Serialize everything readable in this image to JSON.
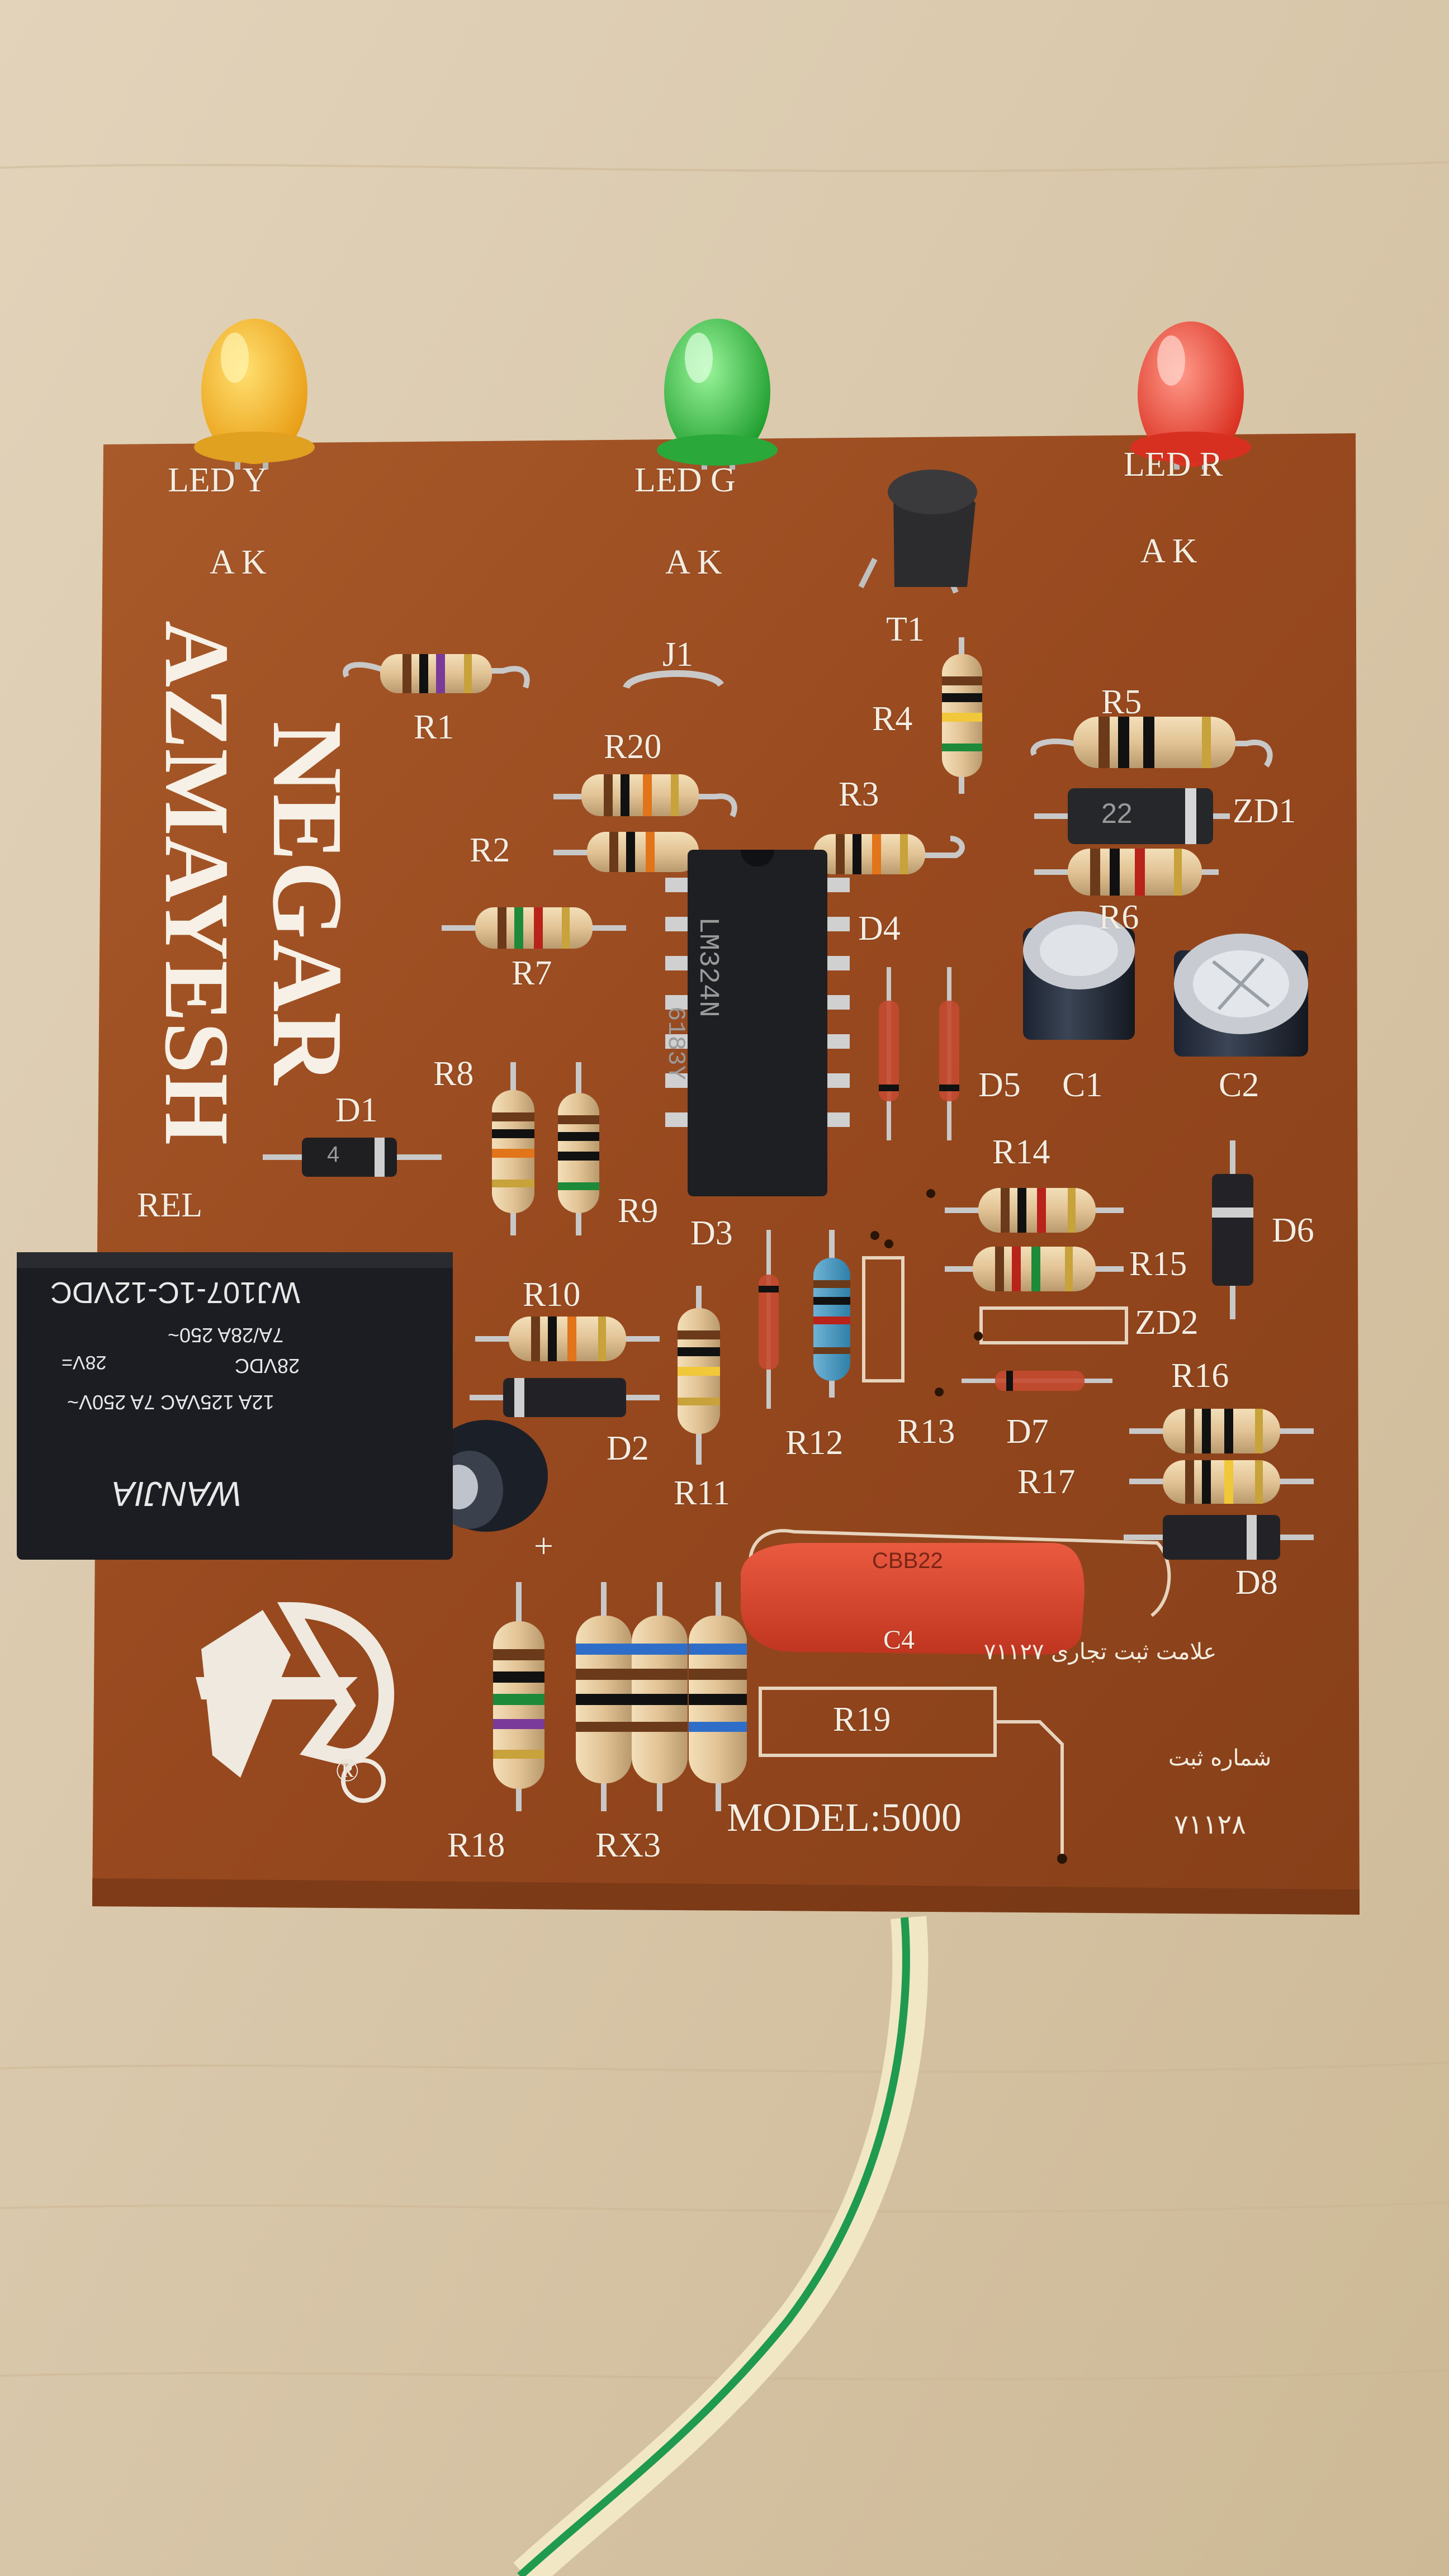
{
  "brand": {
    "line1": "NEGAR",
    "line2": "AZMAYESH"
  },
  "leds": [
    {
      "label": "LED Y",
      "pins": "A  K",
      "color": "#f0b320"
    },
    {
      "label": "LED G",
      "pins": "A  K",
      "color": "#2fbf3c"
    },
    {
      "label": "LED R",
      "pins": "A  K",
      "color": "#ee3a2a"
    }
  ],
  "labels": {
    "t1": "T1",
    "j1": "J1",
    "r1": "R1",
    "r2": "R2",
    "r3": "R3",
    "r4": "R4",
    "r5": "R5",
    "r6": "R6",
    "r7": "R7",
    "r8": "R8",
    "r9": "R9",
    "r10": "R10",
    "r11": "R11",
    "r12": "R12",
    "r13": "R13",
    "r14": "R14",
    "r15": "R15",
    "r16": "R16",
    "r17": "R17",
    "r18": "R18",
    "r19": "R19",
    "r20": "R20",
    "rx3": "RX3",
    "d1": "D1",
    "d2": "D2",
    "d3": "D3",
    "d4": "D4",
    "d5": "D5",
    "d6": "D6",
    "d7": "D7",
    "d8": "D8",
    "zd1": "ZD1",
    "zd2": "ZD2",
    "c1": "C1",
    "c2": "C2",
    "c4": "C4",
    "rel": "REL",
    "plus": "+",
    "model": "MODEL:5000",
    "registered": "®"
  },
  "ic": {
    "part": "LM324N",
    "code": "6183Y"
  },
  "relay": {
    "model": "WJ107-1C-12VDC",
    "brand": "WANJIA",
    "spec1": "7A/28A  250~",
    "spec2": "28VDC",
    "spec3": "12A 125VAC  7A 250V~",
    "spec4": "28V="
  },
  "zener": {
    "code": "22"
  },
  "diode": {
    "code": "4"
  },
  "cap_film": {
    "code": "CBB22"
  },
  "persian": {
    "trademark": "علامت ثبت تجاری ۷۱۱۲۷",
    "reg_label": "شماره ثبت",
    "reg_no": "۷۱۱۲۸"
  },
  "colors": {
    "pcb": "#9c4f22",
    "background": "#dccbb0",
    "silkscreen": "#f3ede2",
    "relay": "#1c1d22",
    "film_cap": "#d8432f"
  }
}
